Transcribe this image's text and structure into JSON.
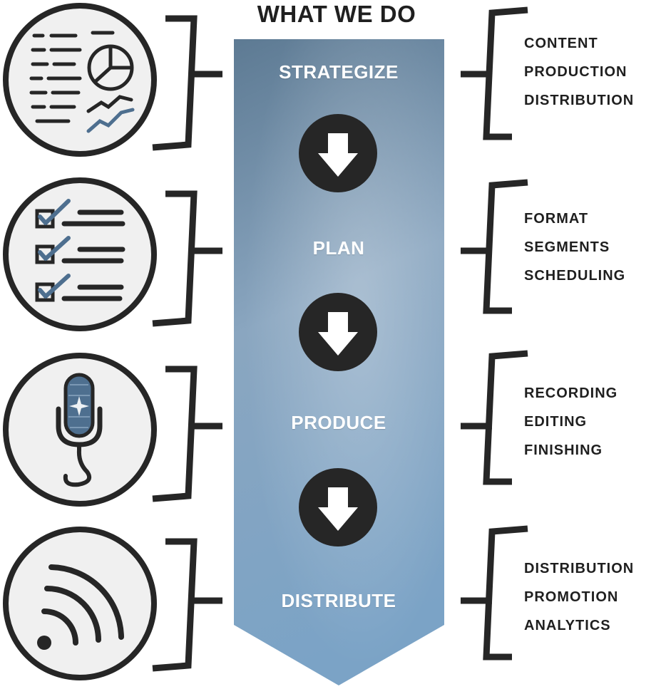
{
  "title": "WHAT WE DO",
  "colors": {
    "banner_top": "#5d7a93",
    "banner_bottom": "#7ea4c4",
    "dark": "#262626",
    "icon_accent": "#4e6f8f",
    "icon_bg": "#f0f0f0"
  },
  "stages": [
    {
      "label": "STRATEGIZE",
      "icon": "report-chart-icon",
      "items": [
        "CONTENT",
        "PRODUCTION",
        "DISTRIBUTION"
      ]
    },
    {
      "label": "PLAN",
      "icon": "checklist-icon",
      "items": [
        "FORMAT",
        "SEGMENTS",
        "SCHEDULING"
      ]
    },
    {
      "label": "PRODUCE",
      "icon": "microphone-icon",
      "items": [
        "RECORDING",
        "EDITING",
        "FINISHING"
      ]
    },
    {
      "label": "DISTRIBUTE",
      "icon": "broadcast-icon",
      "items": [
        "DISTRIBUTION",
        "PROMOTION",
        "ANALYTICS"
      ]
    }
  ],
  "arrow_icon": "arrow-down-icon"
}
